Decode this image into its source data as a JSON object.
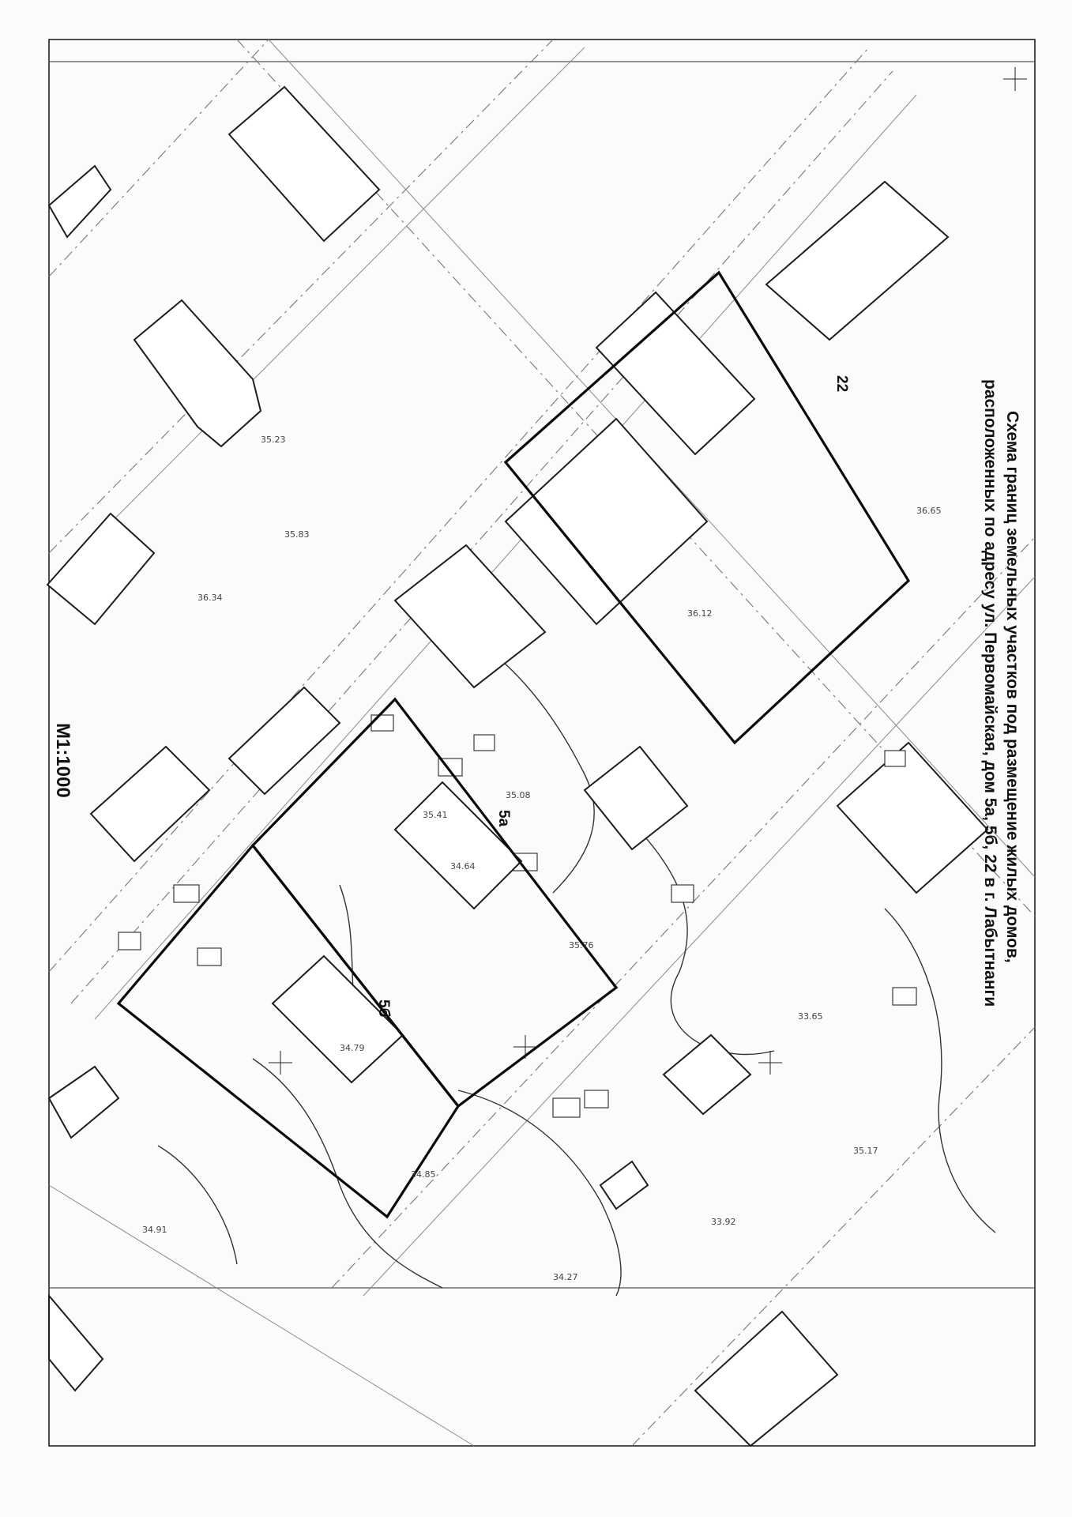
{
  "title": {
    "line1": "Схема границ земельных участков под размещение жилых домов,",
    "line2": "расположенных по адресу ул. Первомайская, дом 5а, 5б, 22 в г. Лабытнанги"
  },
  "scale": "М1:1000",
  "plots": {
    "plot_22": "22",
    "plot_5a": "5а",
    "plot_5b": "5б"
  },
  "survey_marks": [
    "35.41",
    "34.64",
    "35.08",
    "36.34",
    "34.79",
    "35.76",
    "33.65",
    "34.27",
    "35.83",
    "36.12",
    "34.91",
    "35.17",
    "33.92",
    "36.65",
    "35.23",
    "34.85"
  ],
  "colors": {
    "boundary": "#0a0a0a",
    "building_outline": "#1d1d1d",
    "road_lines": "#777777"
  }
}
